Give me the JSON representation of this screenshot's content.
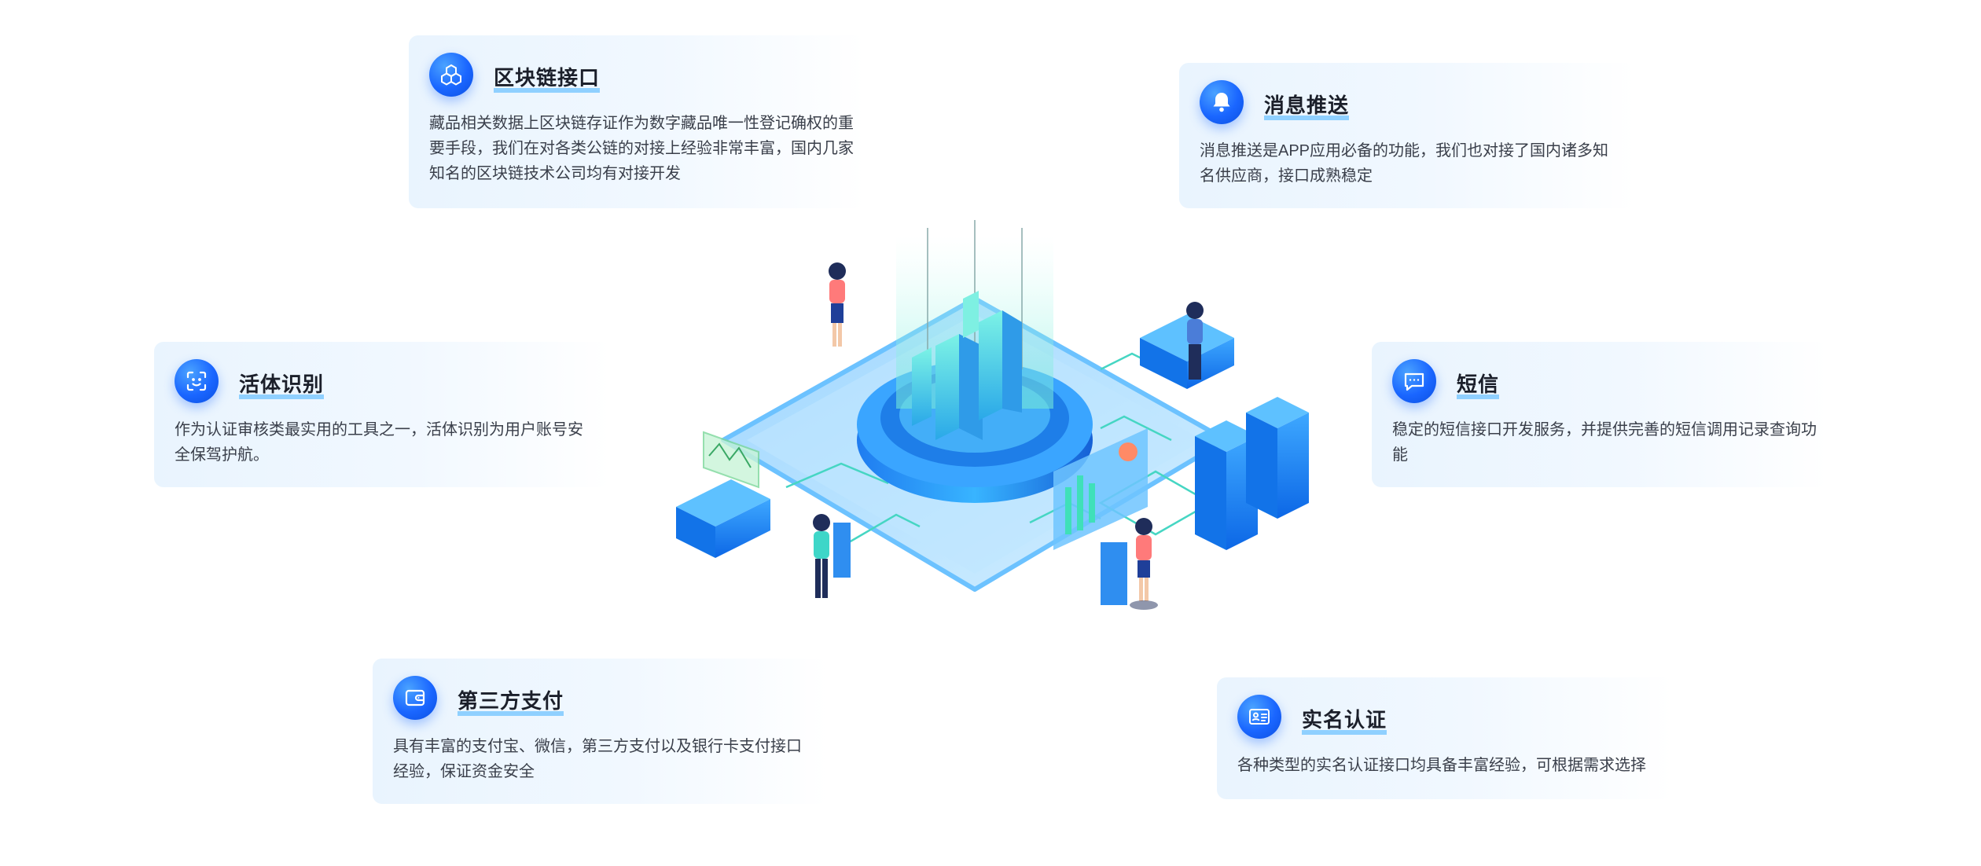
{
  "accent_color": "#1a66ff",
  "cards": [
    {
      "id": "blockchain",
      "icon": "blockchain-icon",
      "title": "区块链接口",
      "description": "藏品相关数据上区块链存证作为数字藏品唯一性登记确权的重要手段，我们在对各类公链的对接上经验非常丰富，国内几家知名的区块链技术公司均有对接开发"
    },
    {
      "id": "push",
      "icon": "bell-icon",
      "title": "消息推送",
      "description": "消息推送是APP应用必备的功能，我们也对接了国内诸多知名供应商，接口成熟稳定"
    },
    {
      "id": "liveness",
      "icon": "face-scan-icon",
      "title": "活体识别",
      "description": "作为认证审核类最实用的工具之一，活体识别为用户账号安全保驾护航。"
    },
    {
      "id": "sms",
      "icon": "chat-icon",
      "title": "短信",
      "description": "稳定的短信接口开发服务，并提供完善的短信调用记录查询功能"
    },
    {
      "id": "payment",
      "icon": "wallet-icon",
      "title": "第三方支付",
      "description": "具有丰富的支付宝、微信，第三方支付以及银行卡支付接口经验，保证资金安全"
    },
    {
      "id": "realname",
      "icon": "id-card-icon",
      "title": "实名认证",
      "description": "各种类型的实名认证接口均具备丰富经验，可根据需求选择"
    }
  ]
}
